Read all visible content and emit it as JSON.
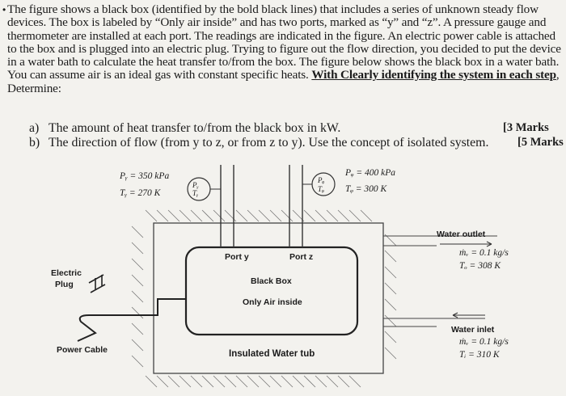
{
  "problem": {
    "bullet": "•",
    "paragraph_lead": "The figure shows a black box (identified by the bold black lines) that includes a series of unknown steady flow devices. The box is labeled by “Only air inside” and has two ports, marked as “y” and “z”. A pressure gauge and thermometer are installed at each port. The readings are indicated in the figure. An electric power cable is attached to the box and is plugged into an electric plug. Trying to figure out the flow direction, you decided to put the device in a water bath to calculate the heat transfer to/from the box. The figure below shows the black box in a water bath. You can assume air is an ideal gas with constant specific heats. ",
    "paragraph_emphasis": "With Clearly identifying the system in each step",
    "paragraph_tail": ", Determine:",
    "questions": [
      {
        "letter": "a)",
        "text": "The amount of heat transfer to/from the black box in kW.",
        "marks": "[3 Marks"
      },
      {
        "letter": "b)",
        "text": "The direction of flow (from y to z, or from z to y). Use the concept of isolated system.",
        "marks": "[5 Marks"
      }
    ]
  },
  "figure": {
    "port_y": {
      "pressure": "Pᵧ = 350 kPa",
      "temperature": "Tᵧ = 270 K",
      "gauge_p": "Pᵧ",
      "gauge_t": "Tᵧ",
      "label": "Port y"
    },
    "port_z": {
      "pressure": "Pᵩ = 400 kPa",
      "temperature": "Tᵩ = 300 K",
      "gauge_p": "Pᵩ",
      "gauge_t": "Tᵩ",
      "label": "Port z"
    },
    "black_box_label": "Black Box",
    "only_air_label": "Only Air inside",
    "tub_label": "Insulated Water tub",
    "plug_label_1": "Electric",
    "plug_label_2": "Plug",
    "power_cable_label": "Power Cable",
    "water_outlet": {
      "label": "Water outlet",
      "flow": "ṁᵥ = 0.1 kg/s",
      "temp": "Tₒ = 308 K"
    },
    "water_inlet": {
      "label": "Water inlet",
      "flow": "ṁᵥ = 0.1 kg/s",
      "temp": "Tᵢ = 310 K"
    }
  }
}
